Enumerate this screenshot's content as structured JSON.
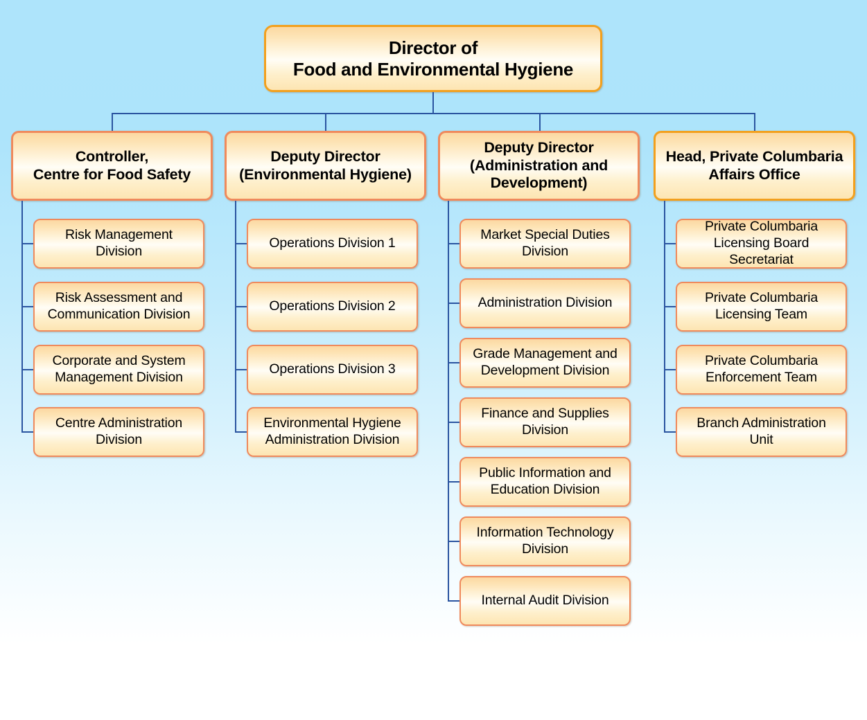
{
  "meta": {
    "title": "Food and Environmental Hygiene Department Organisation Chart",
    "colors": {
      "background_top": "#aee4fb",
      "background_bottom": "#ffffff",
      "connector_line": "#2a54a0",
      "box_border_accent": "#f2a01e",
      "box_border_standard": "#ef8a5d",
      "box_fill_top": "#fcd8a2",
      "box_fill_mid": "#fffdf6",
      "box_fill_bottom": "#fde5b2",
      "text": "#000000"
    }
  },
  "root": {
    "label": "Director of\nFood and Environmental Hygiene"
  },
  "branches": [
    {
      "label": "Controller,\nCentre for Food Safety",
      "accent": false,
      "children": [
        {
          "label": "Risk Management\nDivision"
        },
        {
          "label": "Risk Assessment and\nCommunication Division"
        },
        {
          "label": "Corporate and System\nManagement Division"
        },
        {
          "label": "Centre Administration\nDivision"
        }
      ]
    },
    {
      "label": "Deputy Director\n(Environmental Hygiene)",
      "accent": false,
      "children": [
        {
          "label": "Operations Division 1"
        },
        {
          "label": "Operations Division 2"
        },
        {
          "label": "Operations Division 3"
        },
        {
          "label": "Environmental Hygiene\nAdministration Division"
        }
      ]
    },
    {
      "label": "Deputy Director\n(Administration and\nDevelopment)",
      "accent": false,
      "children": [
        {
          "label": "Market Special Duties\nDivision"
        },
        {
          "label": "Administration Division"
        },
        {
          "label": "Grade Management and\nDevelopment Division"
        },
        {
          "label": "Finance and Supplies\nDivision"
        },
        {
          "label": "Public Information and\nEducation Division"
        },
        {
          "label": "Information Technology\nDivision"
        },
        {
          "label": "Internal Audit Division"
        }
      ]
    },
    {
      "label": "Head, Private Columbaria\nAffairs Office",
      "accent": true,
      "children": [
        {
          "label": "Private Columbaria\nLicensing Board Secretariat"
        },
        {
          "label": "Private Columbaria\nLicensing Team"
        },
        {
          "label": "Private Columbaria\nEnforcement Team"
        },
        {
          "label": "Branch Administration\nUnit"
        }
      ]
    }
  ]
}
